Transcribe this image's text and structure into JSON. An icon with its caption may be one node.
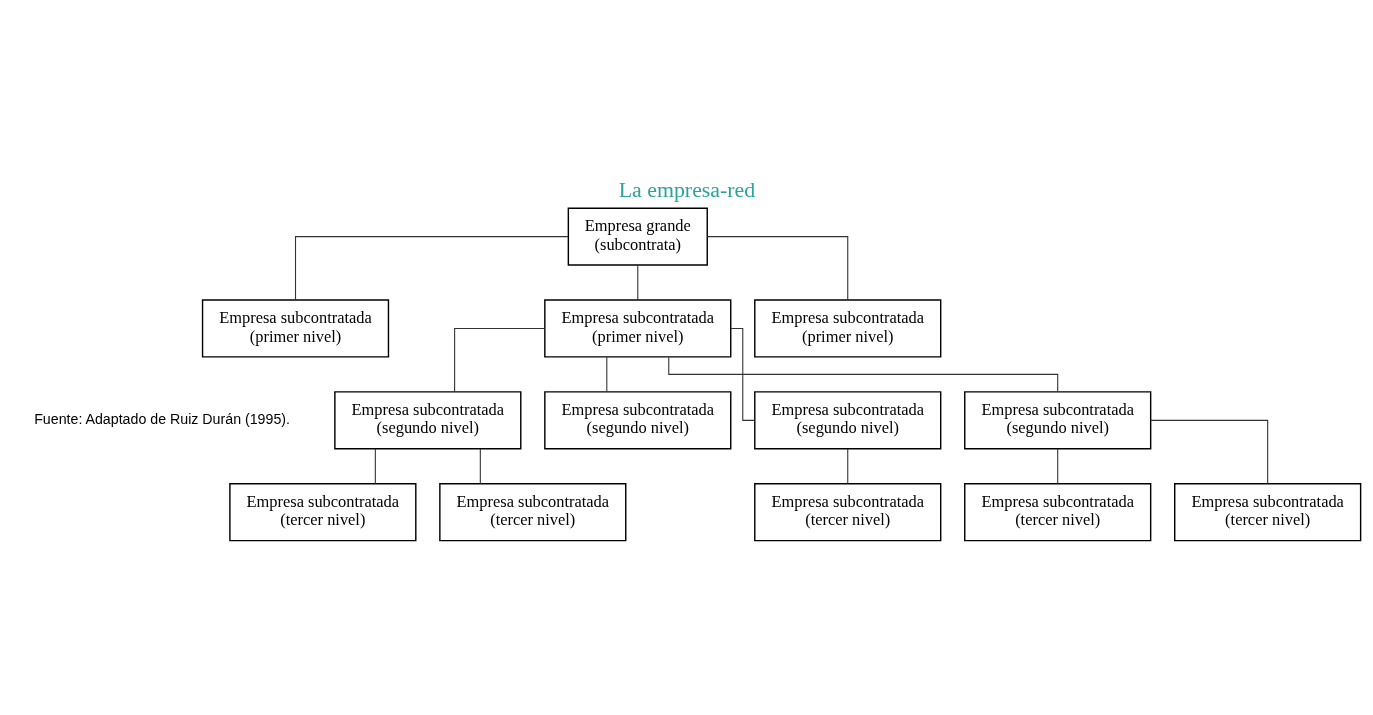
{
  "diagram": {
    "title": "La empresa-red",
    "caption": "Fuente: Adaptado de Ruiz Durán (1995).",
    "nodes": [
      {
        "text": [
          "Empresa grande (subcontrata)"
        ]
      },
      {
        "text": [
          "Empresa subcontratada (primer nivel)"
        ]
      },
      {
        "text": [
          "Empresa subcontratada (primer nivel)"
        ]
      },
      {
        "text": [
          "Empresa subcontratada (primer nivel)"
        ]
      },
      {
        "text": [
          "Empresa subcontratada (segundo nivel)"
        ]
      },
      {
        "text": [
          "Empresa subcontratada (segundo nivel)"
        ]
      },
      {
        "text": [
          "Empresa subcontratada (segundo nivel)"
        ]
      },
      {
        "text": [
          "Empresa subcontratada (segundo nivel)"
        ]
      },
      {
        "text": [
          "Empresa subcontratada (tercer nivel)"
        ]
      },
      {
        "text": [
          "Empresa subcontratada (tercer nivel)"
        ]
      },
      {
        "text": [
          "Empresa subcontratada (tercer nivel)"
        ]
      },
      {
        "text": [
          "Empresa subcontratada (tercer nivel)"
        ]
      },
      {
        "text": [
          "Empresa subcontratada (tercer nivel)"
        ]
      }
    ],
    "edges": [
      {
        "from": 0,
        "to": 1,
        "arrow": "none"
      },
      {
        "from": 0,
        "to": 2,
        "arrow": "none"
      },
      {
        "from": 0,
        "to": 3,
        "arrow": "none"
      },
      {
        "from": 2,
        "to": 4,
        "arrow": "none"
      },
      {
        "from": 2,
        "to": 5,
        "arrow": "none"
      },
      {
        "from": 2,
        "to": 6,
        "arrow": "none"
      },
      {
        "from": 2,
        "to": 7,
        "arrow": "none"
      },
      {
        "from": 4,
        "to": 8,
        "arrow": "none"
      },
      {
        "from": 4,
        "to": 9,
        "arrow": "none"
      },
      {
        "from": 6,
        "to": 10,
        "arrow": "none"
      },
      {
        "from": 7,
        "to": 11,
        "arrow": "none"
      },
      {
        "from": 7,
        "to": 12,
        "arrow": "none"
      }
    ]
  }
}
